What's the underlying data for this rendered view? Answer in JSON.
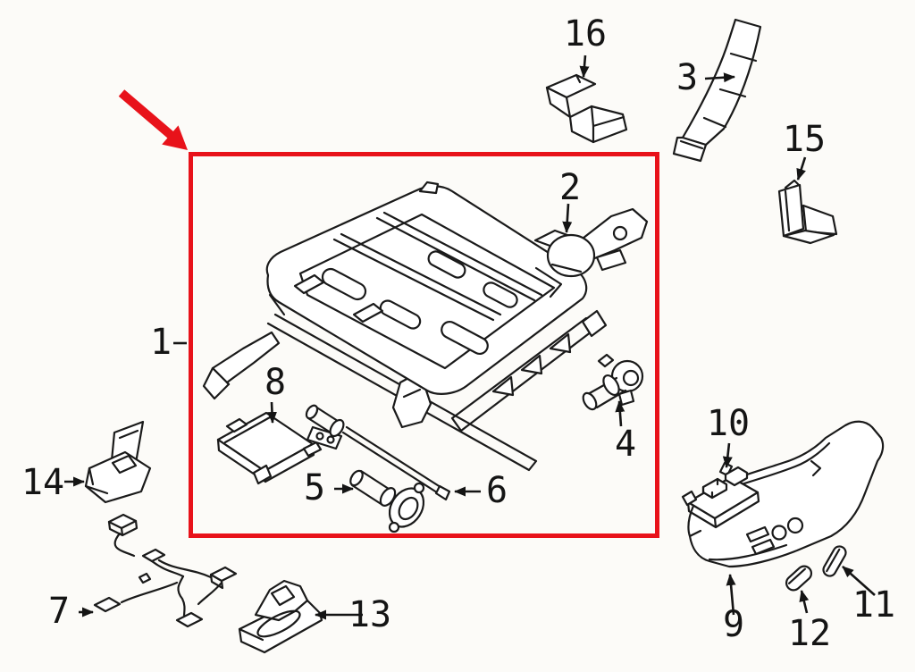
{
  "diagram": {
    "description": "Exploded parts diagram with numbered callouts; item 1 is outlined by a red highlight box with a red arrow pointing to it",
    "colors": {
      "highlight": "#e8121a",
      "line": "#1a1a1a",
      "background": "#fcfbf8"
    },
    "callouts": [
      {
        "label": "1"
      },
      {
        "label": "2"
      },
      {
        "label": "3"
      },
      {
        "label": "4"
      },
      {
        "label": "5"
      },
      {
        "label": "6"
      },
      {
        "label": "7"
      },
      {
        "label": "8"
      },
      {
        "label": "9"
      },
      {
        "label": "10"
      },
      {
        "label": "11"
      },
      {
        "label": "12"
      },
      {
        "label": "13"
      },
      {
        "label": "14"
      },
      {
        "label": "15"
      },
      {
        "label": "16"
      }
    ]
  }
}
